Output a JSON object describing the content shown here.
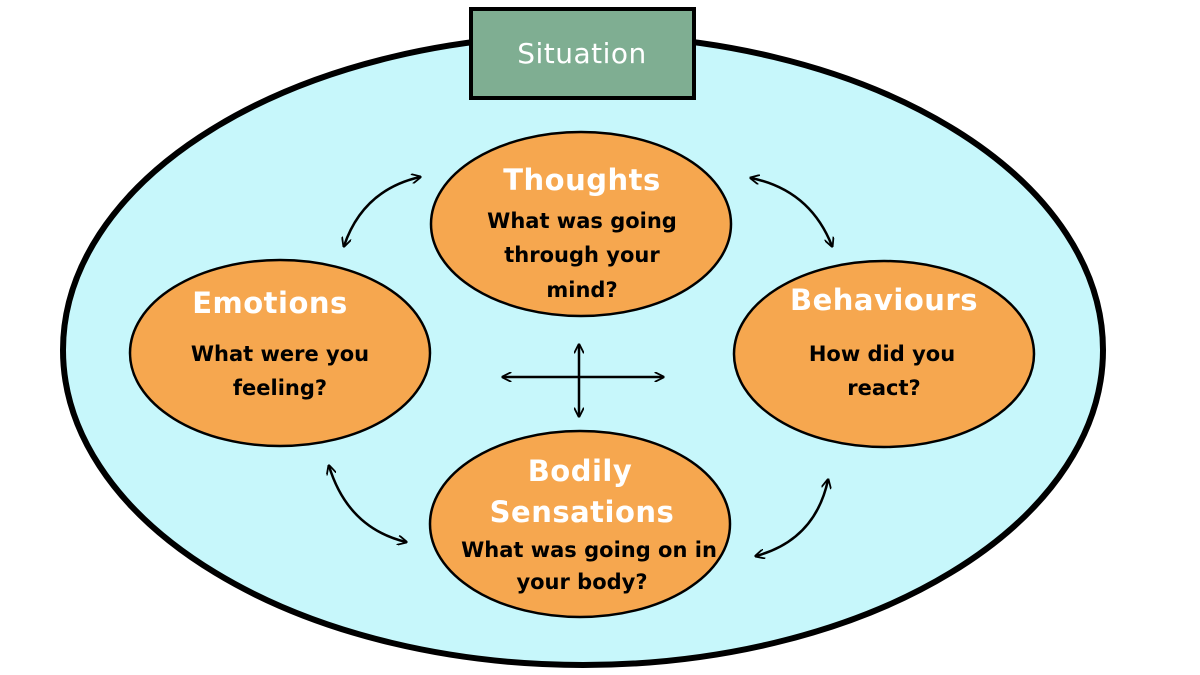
{
  "situation": {
    "label": "Situation"
  },
  "nodes": {
    "thoughts": {
      "title": "Thoughts",
      "prompt_lines": [
        "What was going",
        "through your",
        "mind?"
      ]
    },
    "emotions": {
      "title": "Emotions",
      "prompt_lines": [
        "What were you",
        "feeling?"
      ]
    },
    "behaviours": {
      "title": "Behaviours",
      "prompt_lines": [
        "How did you",
        "react?"
      ]
    },
    "bodily": {
      "title_lines": [
        "Bodily",
        "Sensations"
      ],
      "prompt_lines": [
        "What was going on in",
        "your body?"
      ]
    }
  },
  "colors": {
    "outer_fill": "#c7f7fb",
    "node_fill": "#f6a74f",
    "situation_fill": "#7fae92",
    "title_text": "#ffffff",
    "prompt_text": "#000000"
  }
}
